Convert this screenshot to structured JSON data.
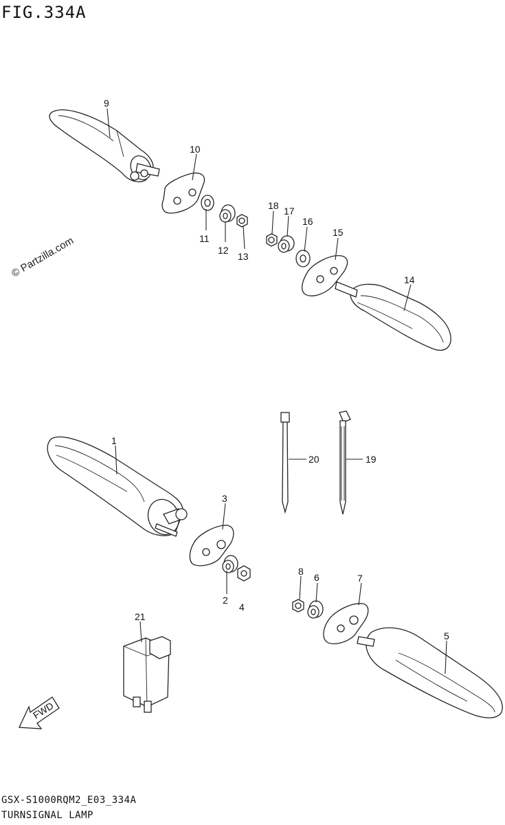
{
  "figure_title": "FIG.334A",
  "watermark": "© Partzilla.com",
  "footer": {
    "code": "GSX-S1000RQM2_E03_334A",
    "name": "TURNSIGNAL LAMP"
  },
  "fwd_label": "FWD",
  "callouts": [
    "1",
    "2",
    "3",
    "4",
    "5",
    "6",
    "7",
    "8",
    "9",
    "10",
    "11",
    "12",
    "13",
    "14",
    "15",
    "16",
    "17",
    "18",
    "19",
    "20",
    "21"
  ]
}
